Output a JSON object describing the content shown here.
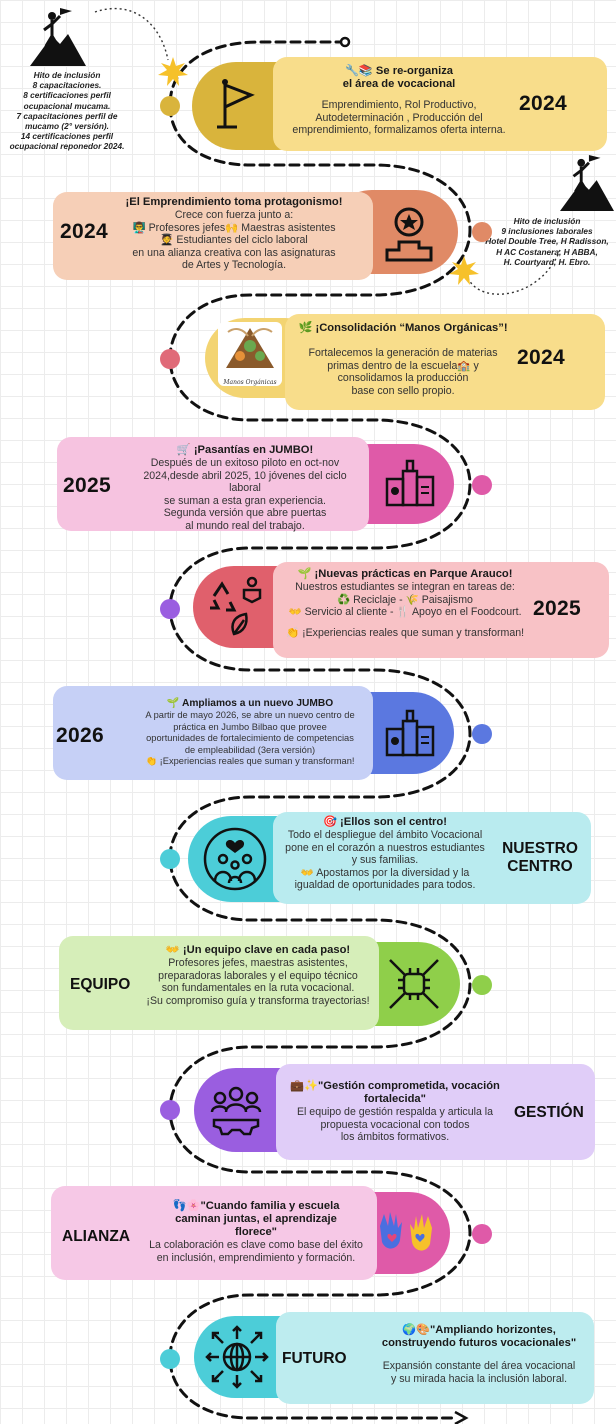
{
  "milestones": {
    "left": {
      "lines": [
        "Hito de inclusión",
        "8 capacitaciones.",
        "8 certificaciones perfil",
        "ocupacional mucama.",
        "7 capacitaciones perfil de",
        "mucamo (2° versión).",
        "14 certificaciones perfil",
        "ocupacional reponedor 2024."
      ]
    },
    "right": {
      "lines": [
        "Hito de inclusión",
        "9 inclusiones laborales",
        "Hotel Double Tree, H Radisson,",
        "H AC Costanera, H ABBA,",
        "H. Courtyard, H. Ebro."
      ]
    }
  },
  "steps": [
    {
      "title_lines": [
        "🔧📚 Se re-organiza",
        "el área de vocacional"
      ],
      "body_lines": [
        "Emprendimiento, Rol Productivo,",
        "Autodeterminación , Producción del",
        "emprendimiento,  formalizamos oferta interna."
      ],
      "tag": "2024",
      "icon": "flag-icon",
      "color": "#f8dd8b",
      "accent": "#d9b43c"
    },
    {
      "title_lines": [
        "¡El Emprendimiento toma protagonismo!"
      ],
      "body_lines": [
        "Crece con fuerza junto a:",
        "👨‍🏫 Profesores jefes🙌 Maestras asistentes",
        "🧑‍🎓 Estudiantes del ciclo laboral",
        "en una alianza creativa con las asignaturas",
        "de Artes y Tecnología."
      ],
      "tag": "2024",
      "icon": "medal-podium-icon",
      "color": "#f6cfb7",
      "accent": "#e08a66"
    },
    {
      "title_lines": [
        "🌿 ¡Consolidación “Manos Orgánicas”!"
      ],
      "body_lines": [
        "Fortalecemos la generación de materias",
        "primas dentro de la escuela🏫 y",
        "consolidamos la producción",
        "base con sello propio."
      ],
      "tag": "2024",
      "icon": "manos-organicas-logo",
      "logo_text": "Manos Orgánicas",
      "color": "#f8dd8b",
      "accent": "#e06a78"
    },
    {
      "title_lines": [
        "🛒 ¡Pasantías en JUMBO!"
      ],
      "body_lines": [
        "Después de un exitoso piloto en oct-nov",
        "2024,desde abril 2025, 10 jóvenes del ciclo laboral",
        "se suman a esta gran experiencia.",
        "Segunda versión que abre puertas",
        "al mundo real del trabajo."
      ],
      "tag": "2025",
      "icon": "groceries-icon",
      "color": "#f6c3e0",
      "accent": "#df5aa8"
    },
    {
      "title_lines": [
        "🌱 ¡Nuevas prácticas en Parque Arauco!"
      ],
      "body_lines": [
        "Nuestros estudiantes se integran en tareas de:",
        "♻️ Reciclaje  - 🌾 Paisajismo",
        "👐 Servicio al cliente - 🍴 Apoyo en el Foodcourt.",
        "",
        "👏 ¡Experiencias reales que suman y transforman!"
      ],
      "tag": "2025",
      "icon": "recycle-hand-icon",
      "color": "#f8c2c6",
      "accent": "#e0606c"
    },
    {
      "title_lines": [
        "🌱 Ampliamos a un nuevo JUMBO"
      ],
      "body_lines": [
        "A partir de mayo 2026, se abre un nuevo centro de",
        "práctica en Jumbo Bilbao que provee",
        "oportunidades de fortalecimiento de competencias",
        "de empleabilidad (3era versión)",
        "👏 ¡Experiencias reales que suman y transforman!"
      ],
      "tag": "2026",
      "icon": "groceries-icon",
      "color": "#c6d0f6",
      "accent": "#5b78e0"
    },
    {
      "title_lines": [
        "🎯 ¡Ellos son el centro!"
      ],
      "body_lines": [
        "Todo el despliegue del ámbito Vocacional",
        "pone en el corazón a nuestros estudiantes",
        "y sus familias.",
        "👐 Apostamos por la diversidad y la",
        "igualdad de oportunidades para todos."
      ],
      "tag_lines": [
        "NUESTRO",
        "CENTRO"
      ],
      "icon": "family-heart-icon",
      "color": "#b9ebef",
      "accent": "#4ccdd8"
    },
    {
      "title_lines": [
        "👐 ¡Un equipo clave en cada paso!"
      ],
      "body_lines": [
        "Profesores jefes, maestras asistentes,",
        "preparadoras laborales y el equipo técnico",
        "son fundamentales en la ruta vocacional.",
        "¡Su compromiso guía y transforma trayectorias!"
      ],
      "tag": "EQUIPO",
      "icon": "team-hands-icon",
      "color": "#d6eeb9",
      "accent": "#8fcf4a"
    },
    {
      "title_lines": [
        "💼✨\"Gestión comprometida, vocación",
        "fortalecida\""
      ],
      "body_lines": [
        "El equipo de gestión respalda y articula la",
        "propuesta vocacional con todos",
        "los ámbitos formativos."
      ],
      "tag": "GESTIÓN",
      "icon": "team-gear-icon",
      "color": "#e0cdf8",
      "accent": "#9a5ee0"
    },
    {
      "title_lines": [
        "👣🌸\"Cuando familia y escuela",
        "caminan juntas, el aprendizaje",
        "florece\""
      ],
      "body_lines": [
        "La colaboración es clave como base del éxito",
        "en inclusión, emprendimiento y formación."
      ],
      "tag": "ALIANZA",
      "icon": "hands-heart-icon",
      "color": "#f6c8e6",
      "accent": "#df5aa8"
    },
    {
      "title_lines": [
        "🌍🎨\"Ampliando horizontes,",
        "construyendo futuros vocacionales\""
      ],
      "body_lines": [
        "Expansión constante del área vocacional",
        "y su mirada hacia la inclusión laboral."
      ],
      "tag": "FUTURO",
      "icon": "globe-arrows-icon",
      "color": "#bdecef",
      "accent": "#4ccdd8"
    }
  ]
}
